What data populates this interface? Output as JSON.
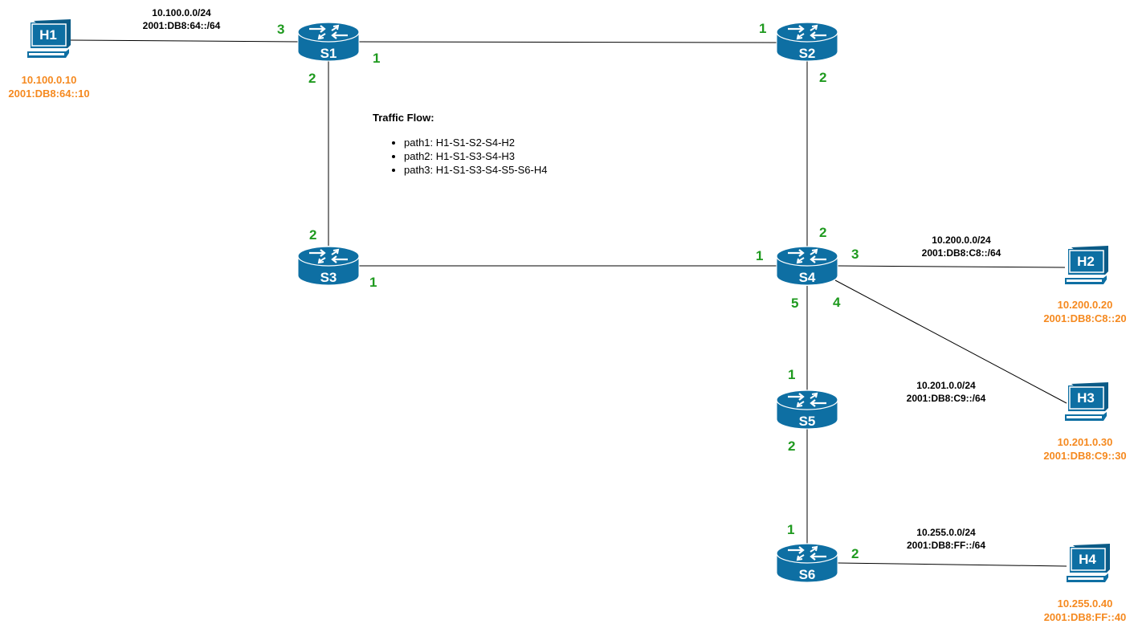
{
  "colors": {
    "device": "#0e6fa3",
    "port_label": "#1f9a1f",
    "host_address": "#f5891f",
    "link": "#000000"
  },
  "routers": [
    {
      "id": "S1",
      "icon": "router-icon"
    },
    {
      "id": "S2",
      "icon": "router-icon"
    },
    {
      "id": "S3",
      "icon": "router-icon"
    },
    {
      "id": "S4",
      "icon": "router-icon"
    },
    {
      "id": "S5",
      "icon": "router-icon"
    },
    {
      "id": "S6",
      "icon": "router-icon"
    }
  ],
  "hosts": [
    {
      "id": "H1",
      "icon": "computer-icon",
      "ipv4": "10.100.0.10",
      "ipv6": "2001:DB8:64::10"
    },
    {
      "id": "H2",
      "icon": "computer-icon",
      "ipv4": "10.200.0.20",
      "ipv6": "2001:DB8:C8::20"
    },
    {
      "id": "H3",
      "icon": "computer-icon",
      "ipv4": "10.201.0.30",
      "ipv6": "2001:DB8:C9::30"
    },
    {
      "id": "H4",
      "icon": "computer-icon",
      "ipv4": "10.255.0.40",
      "ipv6": "2001:DB8:FF::40"
    }
  ],
  "networks": [
    {
      "ipv4": "10.100.0.0/24",
      "ipv6": "2001:DB8:64::/64"
    },
    {
      "ipv4": "10.200.0.0/24",
      "ipv6": "2001:DB8:C8::/64"
    },
    {
      "ipv4": "10.201.0.0/24",
      "ipv6": "2001:DB8:C9::/64"
    },
    {
      "ipv4": "10.255.0.0/24",
      "ipv6": "2001:DB8:FF::/64"
    }
  ],
  "links": [
    {
      "from": "H1",
      "to": "S1",
      "to_port": "3"
    },
    {
      "from": "S1",
      "from_port": "1",
      "to": "S2",
      "to_port": "1"
    },
    {
      "from": "S1",
      "from_port": "2",
      "to": "S3",
      "to_port": "2"
    },
    {
      "from": "S2",
      "from_port": "2",
      "to": "S4",
      "to_port": "2"
    },
    {
      "from": "S3",
      "from_port": "1",
      "to": "S4",
      "to_port": "1"
    },
    {
      "from": "S4",
      "from_port": "3",
      "to": "H2"
    },
    {
      "from": "S4",
      "from_port": "4",
      "to": "H3"
    },
    {
      "from": "S4",
      "from_port": "5",
      "to": "S5",
      "to_port": "1"
    },
    {
      "from": "S5",
      "from_port": "2",
      "to": "S6",
      "to_port": "1"
    },
    {
      "from": "S6",
      "from_port": "2",
      "to": "H4"
    }
  ],
  "traffic_flow": {
    "title": "Traffic Flow:",
    "paths": [
      "path1: H1-S1-S2-S4-H2",
      "path2: H1-S1-S3-S4-H3",
      "path3: H1-S1-S3-S4-S5-S6-H4"
    ]
  }
}
